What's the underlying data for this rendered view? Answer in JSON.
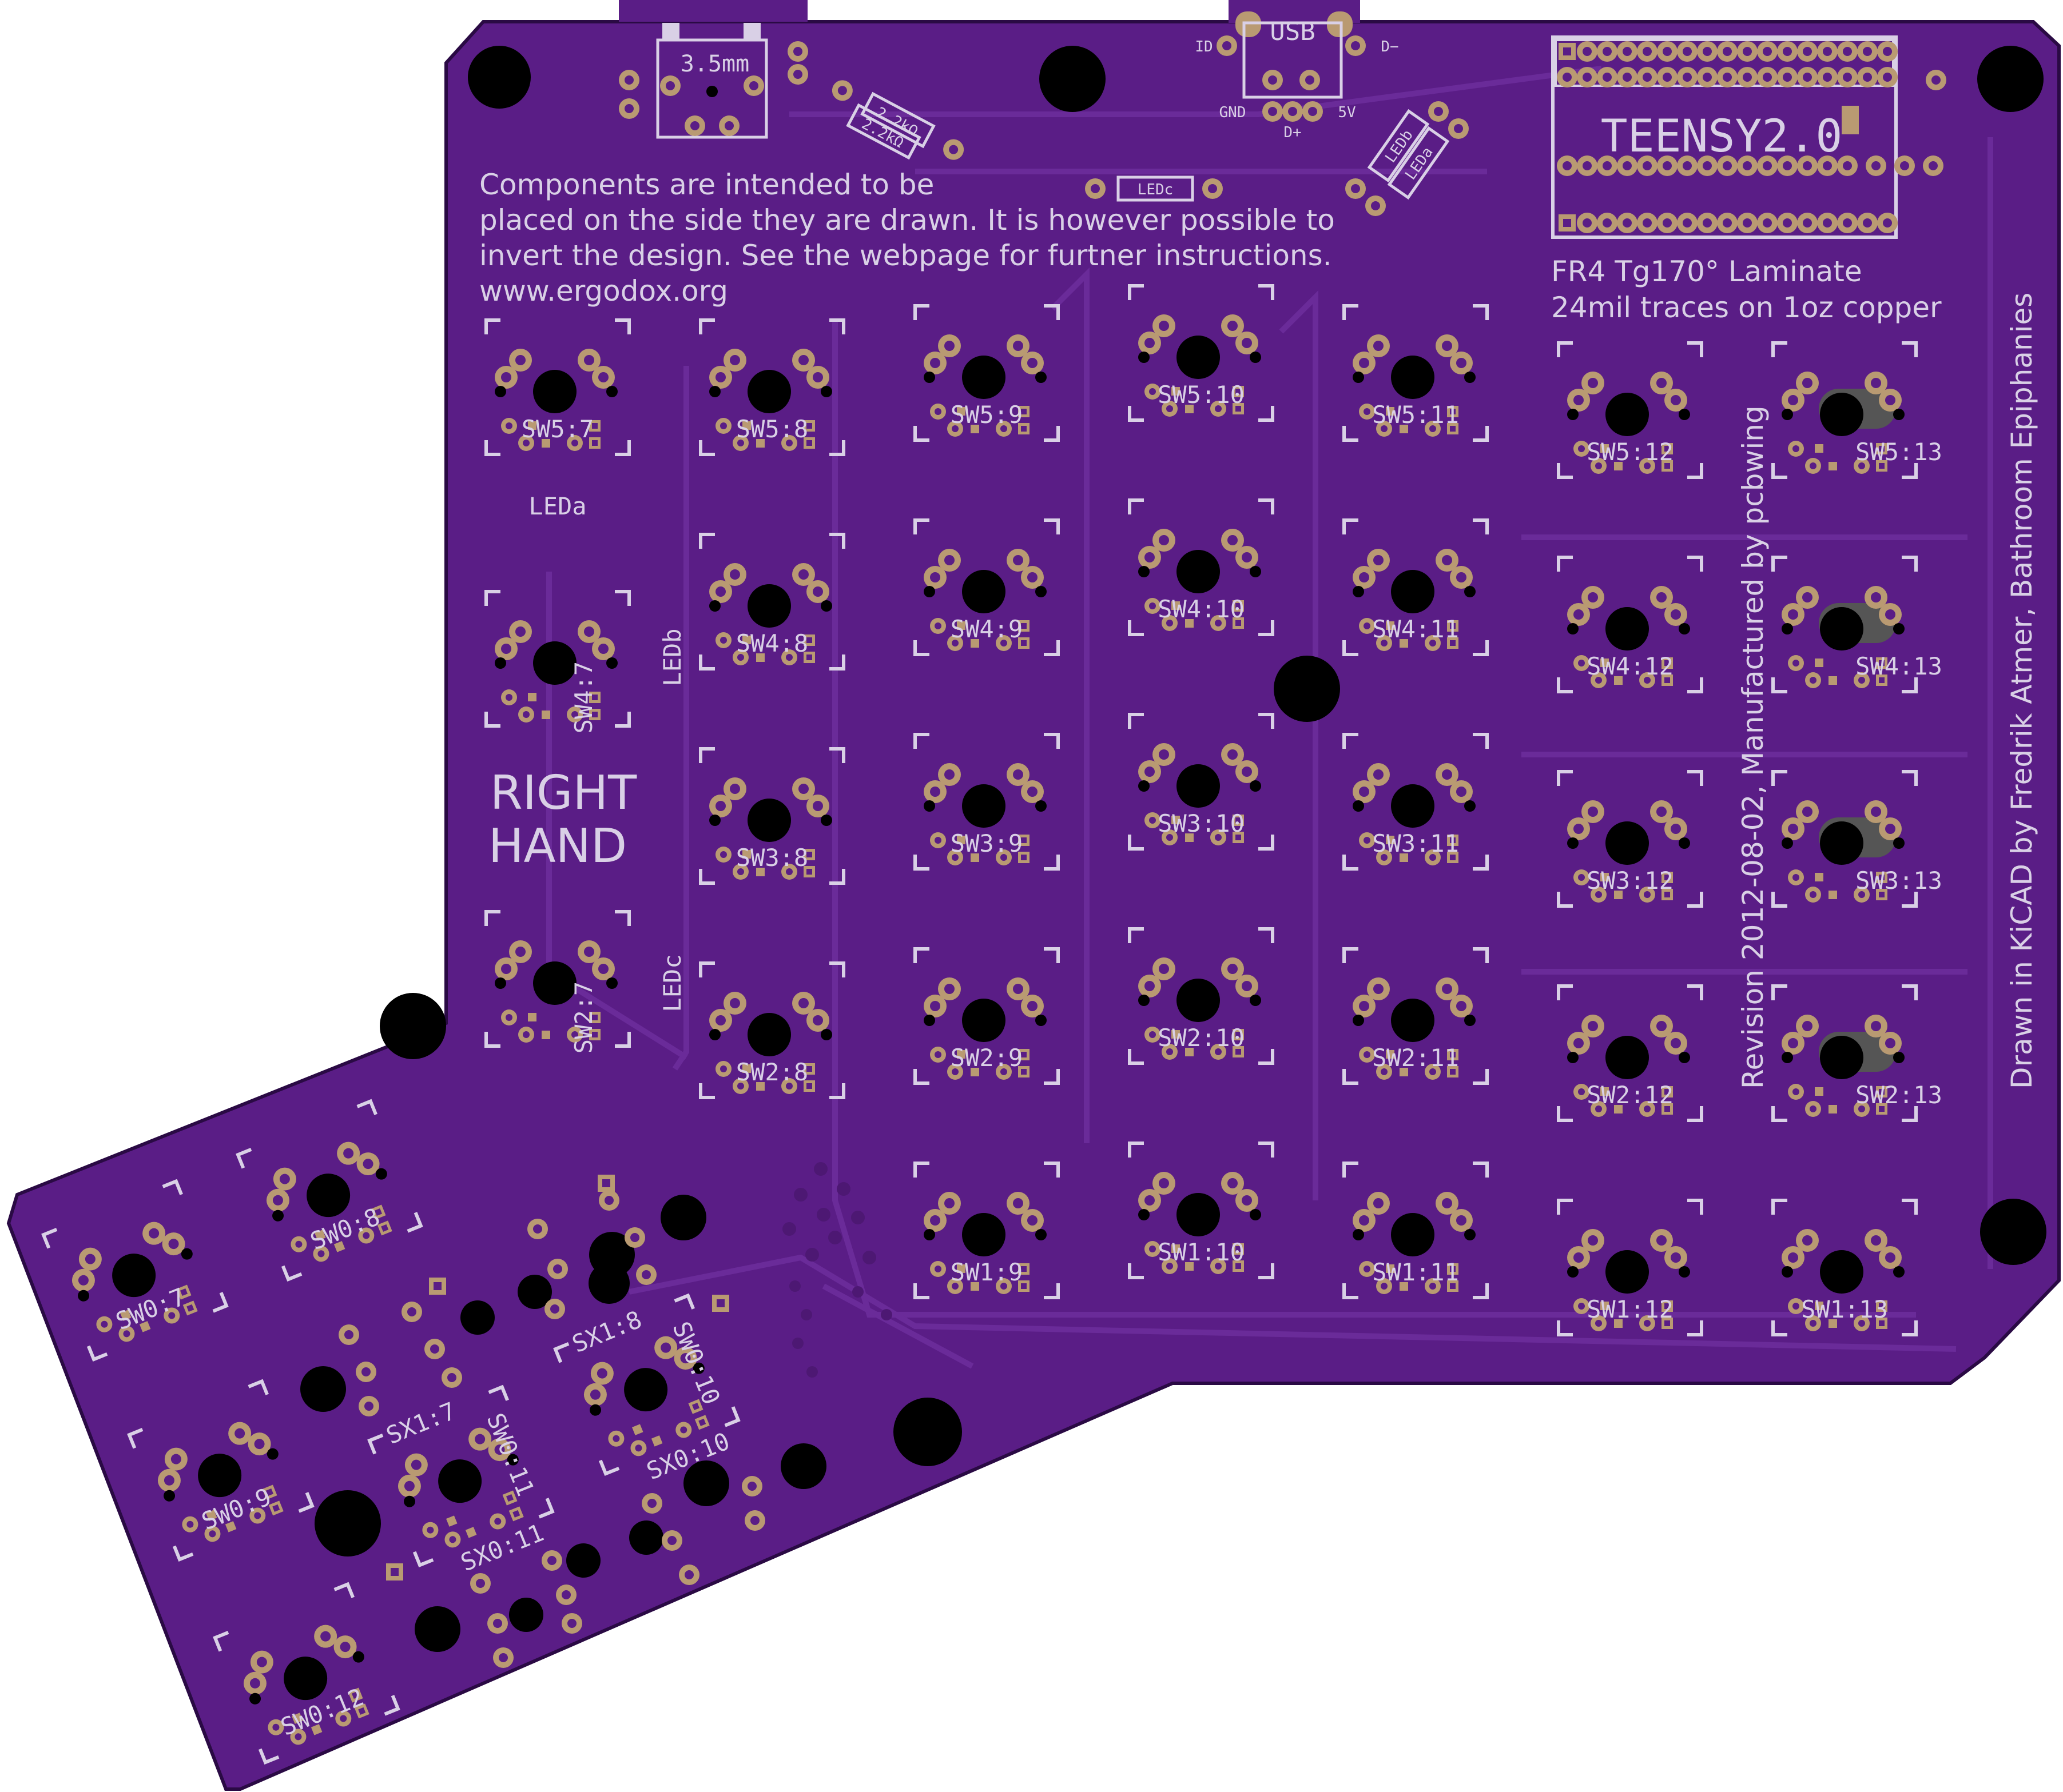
{
  "board": {
    "colors": {
      "background": "#ffffff",
      "solder_mask": "#5a1d86",
      "trace": "#6a2b99",
      "silkscreen": "#d9d0e6",
      "pad_gold": "#b99a72",
      "hole": "#000000",
      "outline": "#2a0a44"
    },
    "labels": {
      "jack": "3.5mm",
      "usb": "USB",
      "usb_id": "ID",
      "usb_dminus": "D−",
      "usb_gnd": "GND",
      "usb_dplus": "D+",
      "usb_5v": "5V",
      "r1": "2.2kΩ",
      "r2": "2.2kΩ",
      "ledc_small": "LEDc",
      "ledb_small": "LEDb",
      "leda_small": "LEDa",
      "teensy": "TEENSY2.0",
      "laminate": "FR4 Tg170° Laminate",
      "traces": "24mil traces on 1oz copper",
      "note_line1": "Components are intended to be",
      "note_line2": "placed on the side they are drawn. It is however possible to",
      "note_line3": "invert the design. See the webpage for furtner instructions.",
      "note_line4": "www.ergodox.org",
      "right_hand_1": "RIGHT",
      "right_hand_2": "HAND",
      "leda": "LEDa",
      "ledb": "LEDb",
      "ledc": "LEDc",
      "revision": "Revision 2012-08-02, Manufactured by pcbwing",
      "drawn": "Drawn in KiCAD by Fredrik Atmer, Bathroom Epiphanies"
    },
    "switches": {
      "col7": [
        "SW5:7",
        "SW4:7",
        "SW2:7"
      ],
      "col8": [
        "SW5:8",
        "SW4:8",
        "SW3:8",
        "SW2:8"
      ],
      "col9": [
        "SW5:9",
        "SW4:9",
        "SW3:9",
        "SW2:9",
        "SW1:9"
      ],
      "col10": [
        "SW5:10",
        "SW4:10",
        "SW3:10",
        "SW2:10",
        "SW1:10"
      ],
      "col11": [
        "SW5:11",
        "SW4:11",
        "SW3:11",
        "SW2:11",
        "SW1:11"
      ],
      "col12": [
        "SW5:12",
        "SW4:12",
        "SW3:12",
        "SW2:12",
        "SW1:12"
      ],
      "col13": [
        "SW5:13",
        "SW4:13",
        "SW3:13",
        "SW2:13",
        "SW1:13"
      ]
    },
    "thumb": {
      "sw0_7": "SW0:7",
      "sw0_8": "SW0:8",
      "sw0_9": "SW0:9",
      "sw0_12": "SW0:12",
      "sx1_7": "SX1:7",
      "sw0_11": "SW0:11",
      "sx0_11": "SX0:11",
      "sx1_8": "SX1:8",
      "sw0_10": "SW0:10",
      "sx0_10": "SX0:10"
    }
  }
}
